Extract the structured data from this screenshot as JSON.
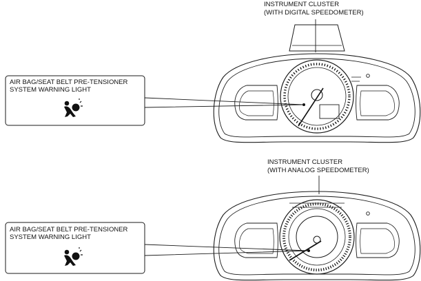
{
  "top": {
    "cluster_label": [
      "INSTRUMENT CLUSTER",
      "(WITH DIGITAL SPEEDOMETER)"
    ],
    "callout_label": [
      "AIR BAG/SEAT BELT PRE-TENSIONER",
      "SYSTEM WARNING LIGHT"
    ],
    "callout_icon": "airbag-warning-icon"
  },
  "bottom": {
    "cluster_label": [
      "INSTRUMENT CLUSTER",
      "(WITH ANALOG SPEEDOMETER)"
    ],
    "callout_label": [
      "AIR BAG/SEAT BELT PRE-TENSIONER",
      "SYSTEM WARNING LIGHT"
    ],
    "callout_icon": "airbag-warning-icon"
  },
  "colors": {
    "line": "#1a1a1a",
    "background": "#ffffff"
  }
}
